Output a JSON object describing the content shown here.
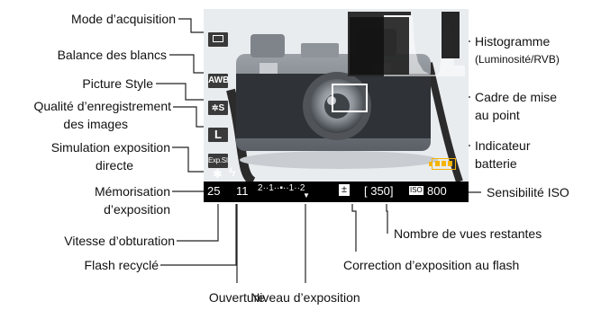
{
  "labels": {
    "mode_acquisition": "Mode d’acquisition",
    "balance_blancs": "Balance des blancs",
    "picture_style": "Picture Style",
    "qualite_1": "Qualité d’enregistrement",
    "qualite_2": "des images",
    "simulation_1": "Simulation exposition",
    "simulation_2": "directe",
    "memorisation_1": "Mémorisation",
    "memorisation_2": "d’exposition",
    "vitesse": "Vitesse d’obturation",
    "flash_recycle": "Flash recyclé",
    "ouverture": "Ouverture",
    "niveau_exposition": "Niveau d’exposition",
    "correction_flash": "Correction d’exposition au flash",
    "nombre_vues": "Nombre de vues restantes",
    "sensibilite_iso": "Sensibilité ISO",
    "indicateur_1": "Indicateur",
    "indicateur_2": "batterie",
    "cadre_1": "Cadre de mise",
    "cadre_2": "au point",
    "histogramme": "Histogramme",
    "histogramme_sub": "(Luminosité/RVB)"
  },
  "screen": {
    "icons": {
      "awb": "AWB",
      "picture_style": "S",
      "quality": "L",
      "exp_sim": "Exp.SIM"
    },
    "info": {
      "shutter": "25",
      "aperture": "11",
      "scale_left": "2",
      "scale_mid_left": "1",
      "scale_mid_right": "1",
      "scale_right": "2",
      "flash_comp_icon": "±",
      "shots_remaining": "[ 350]",
      "iso_icon": "ISO",
      "iso_value": "800"
    }
  },
  "colors": {
    "battery": "#f5b400",
    "screen_bg": "#000000",
    "overlay_text": "#ffffff"
  }
}
